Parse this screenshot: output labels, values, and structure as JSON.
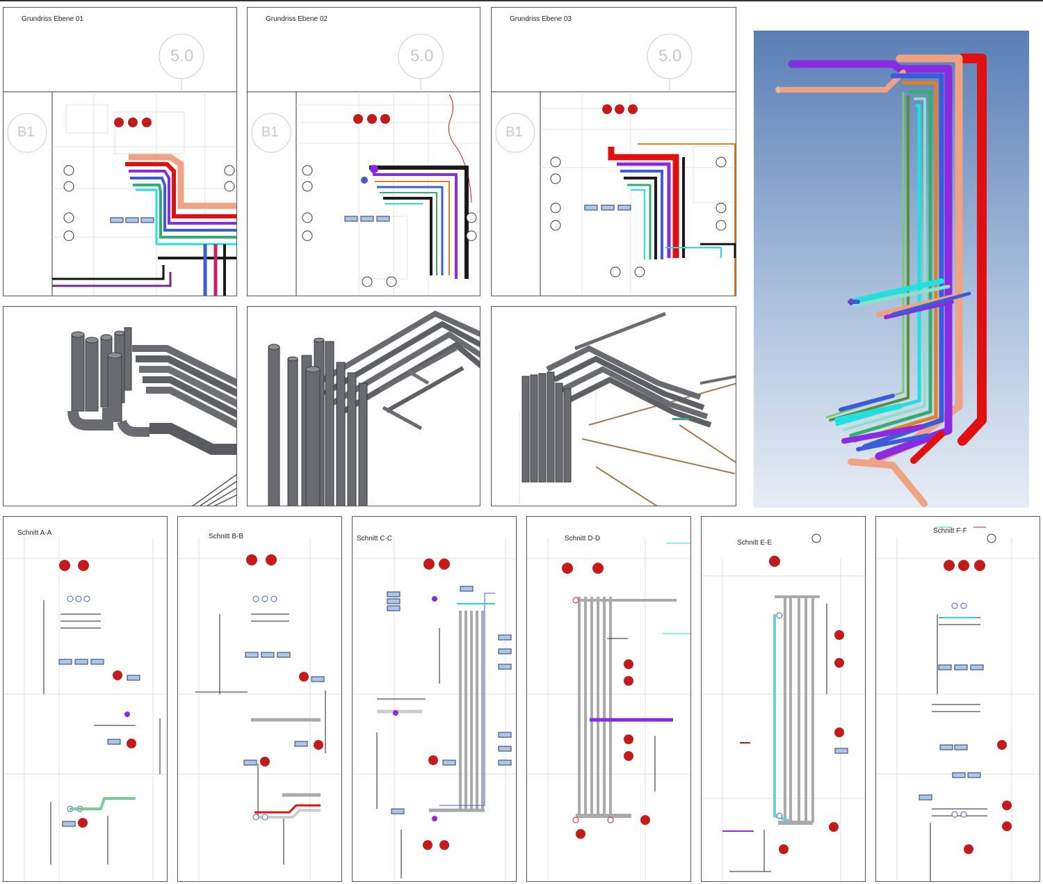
{
  "plans": [
    {
      "title": "Grundriss Ebene 01",
      "label_axis": "5.0",
      "label_grid": "B1"
    },
    {
      "title": "Grundriss Ebene 02",
      "label_axis": "5.0",
      "label_grid": "B1"
    },
    {
      "title": "Grundriss Ebene 03",
      "label_axis": "5.0",
      "label_grid": "B1"
    }
  ],
  "sections": [
    {
      "title": "Schnitt A-A"
    },
    {
      "title": "Schnitt B-B"
    },
    {
      "title": "Schnitt C-C"
    },
    {
      "title": "Schnitt D-D"
    },
    {
      "title": "Schnitt E-E"
    },
    {
      "title": "Schnitt F-F"
    }
  ],
  "colors": {
    "pipe_red": "#e01010",
    "pipe_salmon": "#f0a284",
    "pipe_purple": "#8a2be2",
    "pipe_blue": "#3b5bdb",
    "pipe_cyan": "#20e0e0",
    "pipe_green": "#2fb070",
    "pipe_grey": "#6a6b70",
    "marker_red": "#c41a1a",
    "tag_blue": "#aac8e8"
  }
}
